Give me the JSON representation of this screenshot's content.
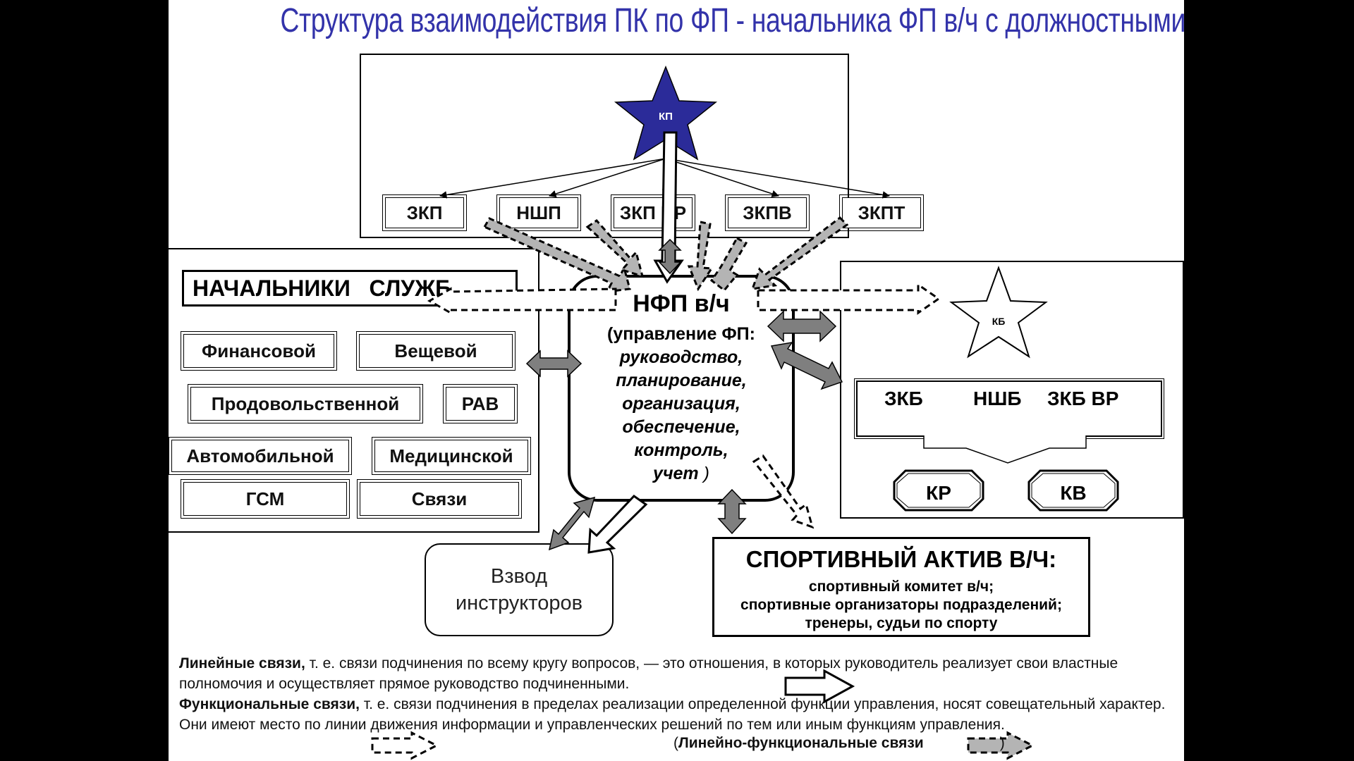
{
  "title": "Структура взаимодействия ПК по ФП - начальника ФП в/ч с должностными лицами",
  "command": {
    "star_label": "КП",
    "deputies": [
      "ЗКП",
      "НШП",
      "ЗКП ВР",
      "ЗКПВ",
      "ЗКПТ"
    ]
  },
  "services": {
    "heading": "НАЧАЛЬНИКИ   СЛУЖБ",
    "items": [
      "Финансовой",
      "Вещевой",
      "Продовольственной",
      "РАВ",
      "Автомобильной",
      "Медицинской",
      "ГСМ",
      "Связи"
    ]
  },
  "nfp": {
    "title": "НФП в/ч",
    "subtitle": "(управление ФП:",
    "functions": [
      "руководство,",
      "планирование,",
      "организация,",
      "обеспечение,",
      "контроль,"
    ],
    "last": "учет",
    "close": ")"
  },
  "battalion": {
    "star_label": "КБ",
    "officers": [
      "ЗКБ",
      "НШБ",
      "ЗКБ ВР"
    ],
    "companies": [
      "КР",
      "КВ"
    ]
  },
  "instructors": {
    "line1": "Взвод",
    "line2": "инструкторов"
  },
  "sport": {
    "heading": "СПОРТИВНЫЙ АКТИВ В/Ч:",
    "lines": [
      "спортивный комитет в/ч;",
      "спортивные организаторы подразделений;",
      "тренеры, судьи по спорту"
    ]
  },
  "legend": {
    "linear_term": "Линейные связи,",
    "linear_text": " т. е. связи подчинения по всему кругу вопросов, — это отношения, в которых руководитель реализует свои властные полномочия и осуществляет прямое руководство подчиненными.",
    "functional_term": "Функциональные связи,",
    "functional_text": " т. е. связи подчинения в пределах реализации определенной функции управления, носят совещательный характер. Они имеют место по линии движения информации и управленческих решений по тем или иным функциям управления.",
    "combined_open": "(",
    "combined_term": "Линейно-функциональные связи",
    "combined_close": ")"
  },
  "colors": {
    "title": "#3333aa",
    "star": "#2b2b99",
    "arrow_gray": "#7f7f7f",
    "dashed_gray": "#b4b4b4"
  }
}
